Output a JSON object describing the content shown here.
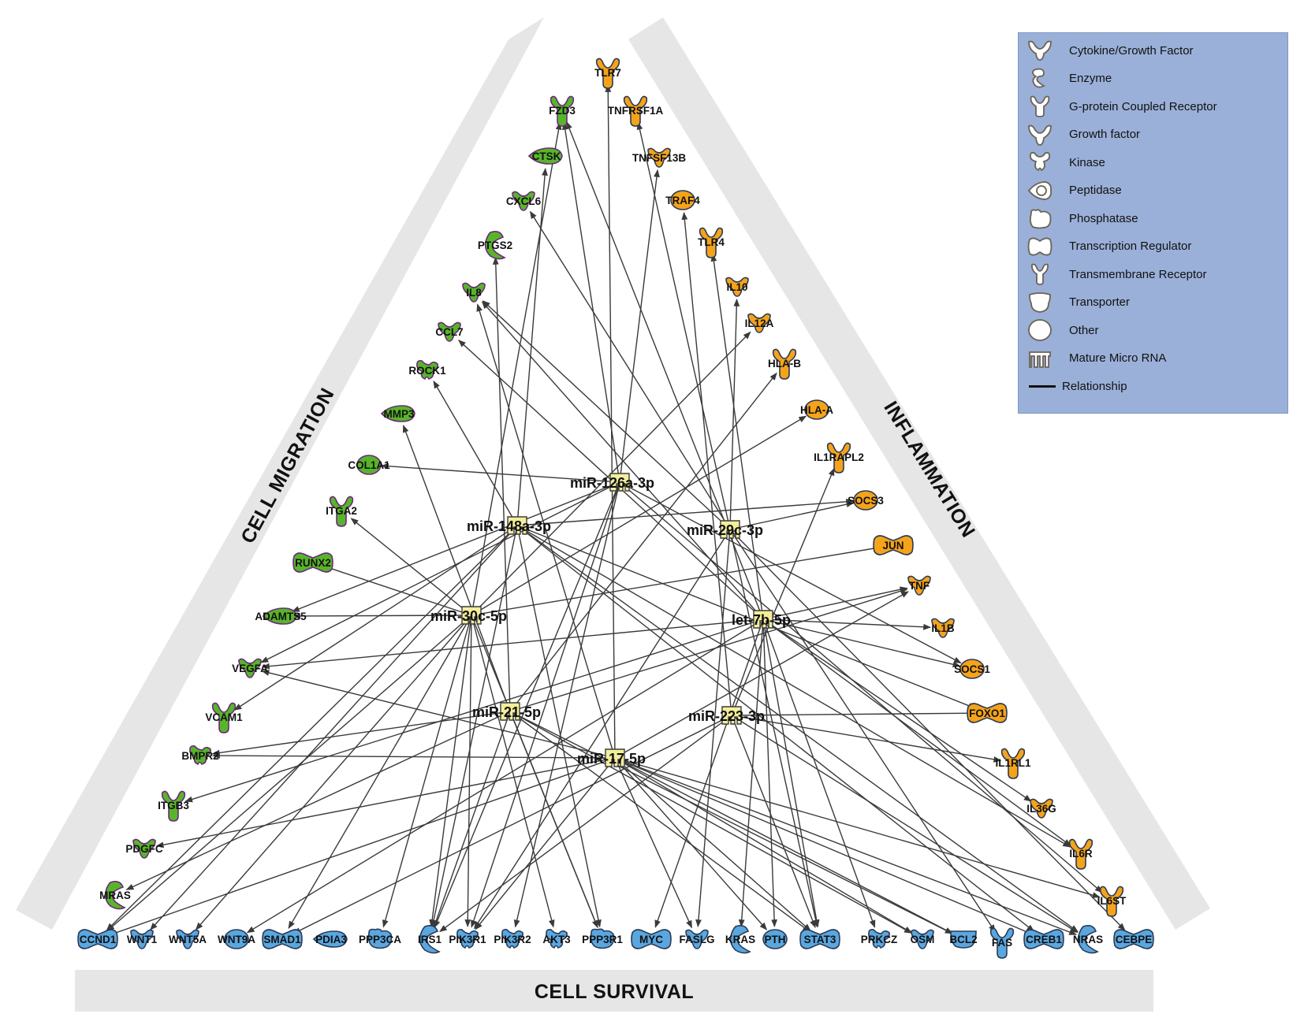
{
  "categories": {
    "migration": {
      "label": "CELL MIGRATION",
      "color": "#58b52a"
    },
    "inflammation": {
      "label": "INFLAMMATION",
      "color": "#f5a31a"
    },
    "survival": {
      "label": "CELL SURVIVAL",
      "color": "#5aa7e0"
    }
  },
  "mirna_color": "#f3ee9a",
  "mirnas": [
    {
      "id": "miR-126a-3p",
      "label": "miR-126a-3p"
    },
    {
      "id": "miR-148a-3p",
      "label": "miR-148a-3p"
    },
    {
      "id": "miR-29c-3p",
      "label": "miR-29c-3p"
    },
    {
      "id": "miR-30c-5p",
      "label": "miR-30c-5p"
    },
    {
      "id": "let-7b-5p",
      "label": "let-7b-5p"
    },
    {
      "id": "miR-21-5p",
      "label": "miR-21-5p"
    },
    {
      "id": "miR-223-3p",
      "label": "miR-223-3p"
    },
    {
      "id": "miR-17-5p",
      "label": "miR-17-5p"
    }
  ],
  "genes": [
    {
      "id": "TLR7",
      "label": "TLR7",
      "category": "inflammation",
      "type": "transmembrane-receptor"
    },
    {
      "id": "FZD3",
      "label": "FZD3",
      "category": "migration",
      "type": "g-protein-coupled-receptor"
    },
    {
      "id": "TNFRSF1A",
      "label": "TNFRSF1A",
      "category": "inflammation",
      "type": "transmembrane-receptor"
    },
    {
      "id": "CTSK",
      "label": "CTSK",
      "category": "migration",
      "type": "peptidase"
    },
    {
      "id": "TNFSF13B",
      "label": "TNFSF13B",
      "category": "inflammation",
      "type": "cytokine"
    },
    {
      "id": "CXCL6",
      "label": "CXCL6",
      "category": "migration",
      "type": "cytokine"
    },
    {
      "id": "TRAF4",
      "label": "TRAF4",
      "category": "inflammation",
      "type": "other"
    },
    {
      "id": "PTGS2",
      "label": "PTGS2",
      "category": "migration",
      "type": "enzyme"
    },
    {
      "id": "TLR4",
      "label": "TLR4",
      "category": "inflammation",
      "type": "transmembrane-receptor"
    },
    {
      "id": "IL8",
      "label": "IL8",
      "category": "migration",
      "type": "cytokine"
    },
    {
      "id": "IL10",
      "label": "IL10",
      "category": "inflammation",
      "type": "cytokine"
    },
    {
      "id": "CCL7",
      "label": "CCL7",
      "category": "migration",
      "type": "cytokine"
    },
    {
      "id": "IL12A",
      "label": "IL12A",
      "category": "inflammation",
      "type": "cytokine"
    },
    {
      "id": "ROCK1",
      "label": "ROCK1",
      "category": "migration",
      "type": "kinase"
    },
    {
      "id": "HLA-B",
      "label": "HLA-B",
      "category": "inflammation",
      "type": "transmembrane-receptor"
    },
    {
      "id": "MMP3",
      "label": "MMP3",
      "category": "migration",
      "type": "peptidase"
    },
    {
      "id": "HLA-A",
      "label": "HLA-A",
      "category": "inflammation",
      "type": "other"
    },
    {
      "id": "COL1A1",
      "label": "COL1A1",
      "category": "migration",
      "type": "other"
    },
    {
      "id": "IL1RAPL2",
      "label": "IL1RAPL2",
      "category": "inflammation",
      "type": "transmembrane-receptor"
    },
    {
      "id": "ITGA2",
      "label": "ITGA2",
      "category": "migration",
      "type": "transmembrane-receptor"
    },
    {
      "id": "SOCS3",
      "label": "SOCS3",
      "category": "inflammation",
      "type": "other"
    },
    {
      "id": "RUNX2",
      "label": "RUNX2",
      "category": "migration",
      "type": "transcription-regulator"
    },
    {
      "id": "JUN",
      "label": "JUN",
      "category": "inflammation",
      "type": "transcription-regulator"
    },
    {
      "id": "ADAMTS5",
      "label": "ADAMTS5",
      "category": "migration",
      "type": "peptidase"
    },
    {
      "id": "TNF",
      "label": "TNF",
      "category": "inflammation",
      "type": "cytokine"
    },
    {
      "id": "VEGFA",
      "label": "VEGFA",
      "category": "migration",
      "type": "growth-factor"
    },
    {
      "id": "IL1B",
      "label": "IL1B",
      "category": "inflammation",
      "type": "cytokine"
    },
    {
      "id": "SOCS1",
      "label": "SOCS1",
      "category": "inflammation",
      "type": "other"
    },
    {
      "id": "VCAM1",
      "label": "VCAM1",
      "category": "migration",
      "type": "transmembrane-receptor"
    },
    {
      "id": "FOXO1",
      "label": "FOXO1",
      "category": "inflammation",
      "type": "transcription-regulator"
    },
    {
      "id": "BMPR2",
      "label": "BMPR2",
      "category": "migration",
      "type": "kinase"
    },
    {
      "id": "IL1RL1",
      "label": "IL1RL1",
      "category": "inflammation",
      "type": "transmembrane-receptor"
    },
    {
      "id": "ITGB3",
      "label": "ITGB3",
      "category": "migration",
      "type": "transmembrane-receptor"
    },
    {
      "id": "IL36G",
      "label": "IL36G",
      "category": "inflammation",
      "type": "cytokine"
    },
    {
      "id": "PDGFC",
      "label": "PDGFC",
      "category": "migration",
      "type": "growth-factor"
    },
    {
      "id": "IL6R",
      "label": "IL6R",
      "category": "inflammation",
      "type": "transmembrane-receptor"
    },
    {
      "id": "MRAS",
      "label": "MRAS",
      "category": "migration",
      "type": "enzyme"
    },
    {
      "id": "IL6ST",
      "label": "IL6ST",
      "category": "inflammation",
      "type": "transmembrane-receptor"
    },
    {
      "id": "CCND1",
      "label": "CCND1",
      "category": "survival",
      "type": "transcription-regulator"
    },
    {
      "id": "WNT1",
      "label": "WNT1",
      "category": "survival",
      "type": "cytokine"
    },
    {
      "id": "WNT5A",
      "label": "WNT5A",
      "category": "survival",
      "type": "cytokine"
    },
    {
      "id": "WNT9A",
      "label": "WNT9A",
      "category": "survival",
      "type": "other"
    },
    {
      "id": "SMAD1",
      "label": "SMAD1",
      "category": "survival",
      "type": "transcription-regulator"
    },
    {
      "id": "PDIA3",
      "label": "PDIA3",
      "category": "survival",
      "type": "peptidase"
    },
    {
      "id": "PPP3CA",
      "label": "PPP3CA",
      "category": "survival",
      "type": "phosphatase"
    },
    {
      "id": "IRS1",
      "label": "IRS1",
      "category": "survival",
      "type": "enzyme"
    },
    {
      "id": "PIK3R1",
      "label": "PIK3R1",
      "category": "survival",
      "type": "kinase"
    },
    {
      "id": "PIK3R2",
      "label": "PIK3R2",
      "category": "survival",
      "type": "kinase"
    },
    {
      "id": "AKT3",
      "label": "AKT3",
      "category": "survival",
      "type": "kinase"
    },
    {
      "id": "PPP3R1",
      "label": "PPP3R1",
      "category": "survival",
      "type": "phosphatase"
    },
    {
      "id": "MYC",
      "label": "MYC",
      "category": "survival",
      "type": "transcription-regulator"
    },
    {
      "id": "FASLG",
      "label": "FASLG",
      "category": "survival",
      "type": "cytokine"
    },
    {
      "id": "KRAS",
      "label": "KRAS",
      "category": "survival",
      "type": "enzyme"
    },
    {
      "id": "PTH",
      "label": "PTH",
      "category": "survival",
      "type": "other"
    },
    {
      "id": "STAT3",
      "label": "STAT3",
      "category": "survival",
      "type": "transcription-regulator"
    },
    {
      "id": "PRKCZ",
      "label": "PRKCZ",
      "category": "survival",
      "type": "kinase"
    },
    {
      "id": "OSM",
      "label": "OSM",
      "category": "survival",
      "type": "cytokine"
    },
    {
      "id": "BCL2",
      "label": "BCL2",
      "category": "survival",
      "type": "transporter"
    },
    {
      "id": "FAS",
      "label": "FAS",
      "category": "survival",
      "type": "transmembrane-receptor"
    },
    {
      "id": "CREB1",
      "label": "CREB1",
      "category": "survival",
      "type": "transcription-regulator"
    },
    {
      "id": "NRAS",
      "label": "NRAS",
      "category": "survival",
      "type": "enzyme"
    },
    {
      "id": "CEBPE",
      "label": "CEBPE",
      "category": "survival",
      "type": "transcription-regulator"
    }
  ],
  "relationships": [
    [
      "miR-126a-3p",
      "FZD3"
    ],
    [
      "miR-126a-3p",
      "TNFSF13B"
    ],
    [
      "miR-126a-3p",
      "COL1A1"
    ],
    [
      "miR-126a-3p",
      "VEGFA"
    ],
    [
      "miR-126a-3p",
      "ADAMTS5"
    ],
    [
      "miR-126a-3p",
      "IRS1"
    ],
    [
      "miR-126a-3p",
      "PIK3R2"
    ],
    [
      "miR-126a-3p",
      "PIK3R1"
    ],
    [
      "miR-126a-3p",
      "SOCS1"
    ],
    [
      "miR-126a-3p",
      "IL6ST"
    ],
    [
      "miR-148a-3p",
      "CTSK"
    ],
    [
      "miR-148a-3p",
      "ROCK1"
    ],
    [
      "miR-148a-3p",
      "SOCS3"
    ],
    [
      "miR-148a-3p",
      "CCND1"
    ],
    [
      "miR-148a-3p",
      "WNT1"
    ],
    [
      "miR-148a-3p",
      "PPP3R1"
    ],
    [
      "miR-148a-3p",
      "IRS1"
    ],
    [
      "miR-148a-3p",
      "NRAS"
    ],
    [
      "miR-148a-3p",
      "CREB1"
    ],
    [
      "miR-148a-3p",
      "IL6R"
    ],
    [
      "miR-148a-3p",
      "FOXO1"
    ],
    [
      "miR-148a-3p",
      "VCAM1"
    ],
    [
      "miR-29c-3p",
      "TNFRSF1A"
    ],
    [
      "miR-29c-3p",
      "IL10"
    ],
    [
      "miR-29c-3p",
      "CXCL6"
    ],
    [
      "miR-29c-3p",
      "IL8"
    ],
    [
      "miR-29c-3p",
      "SOCS3"
    ],
    [
      "miR-29c-3p",
      "PIK3R1"
    ],
    [
      "miR-29c-3p",
      "FASLG"
    ],
    [
      "miR-29c-3p",
      "CEBPE"
    ],
    [
      "miR-29c-3p",
      "FAS"
    ],
    [
      "miR-29c-3p",
      "STAT3"
    ],
    [
      "miR-30c-5p",
      "FZD3"
    ],
    [
      "miR-30c-5p",
      "ITGA2"
    ],
    [
      "miR-30c-5p",
      "RUNX2"
    ],
    [
      "miR-30c-5p",
      "ADAMTS5"
    ],
    [
      "miR-30c-5p",
      "IL12A"
    ],
    [
      "miR-30c-5p",
      "JUN"
    ],
    [
      "miR-30c-5p",
      "CCND1"
    ],
    [
      "miR-30c-5p",
      "WNT5A"
    ],
    [
      "miR-30c-5p",
      "SMAD1"
    ],
    [
      "miR-30c-5p",
      "PPP3CA"
    ],
    [
      "miR-30c-5p",
      "IRS1"
    ],
    [
      "miR-30c-5p",
      "PIK3R1"
    ],
    [
      "miR-30c-5p",
      "AKT3"
    ],
    [
      "miR-30c-5p",
      "PPP3R1"
    ],
    [
      "miR-30c-5p",
      "HLA-A"
    ],
    [
      "let-7b-5p",
      "FZD3"
    ],
    [
      "let-7b-5p",
      "IL8"
    ],
    [
      "let-7b-5p",
      "TLR4"
    ],
    [
      "let-7b-5p",
      "CCL7"
    ],
    [
      "let-7b-5p",
      "TNF"
    ],
    [
      "let-7b-5p",
      "IL1B"
    ],
    [
      "let-7b-5p",
      "SOCS1"
    ],
    [
      "let-7b-5p",
      "VEGFA"
    ],
    [
      "let-7b-5p",
      "ITGB3"
    ],
    [
      "let-7b-5p",
      "MYC"
    ],
    [
      "let-7b-5p",
      "KRAS"
    ],
    [
      "let-7b-5p",
      "STAT3"
    ],
    [
      "let-7b-5p",
      "PRKCZ"
    ],
    [
      "let-7b-5p",
      "IL6R"
    ],
    [
      "let-7b-5p",
      "IL36G"
    ],
    [
      "let-7b-5p",
      "WNT9A"
    ],
    [
      "let-7b-5p",
      "PTH"
    ],
    [
      "miR-21-5p",
      "HLA-B"
    ],
    [
      "miR-21-5p",
      "PTGS2"
    ],
    [
      "miR-21-5p",
      "MMP3"
    ],
    [
      "miR-21-5p",
      "BMPR2"
    ],
    [
      "miR-21-5p",
      "MRAS"
    ],
    [
      "miR-21-5p",
      "IRS1"
    ],
    [
      "miR-21-5p",
      "PPP3R1"
    ],
    [
      "miR-21-5p",
      "STAT3"
    ],
    [
      "miR-21-5p",
      "OSM"
    ],
    [
      "miR-21-5p",
      "BCL2"
    ],
    [
      "miR-21-5p",
      "TNF"
    ],
    [
      "miR-223-3p",
      "TRAF4"
    ],
    [
      "miR-223-3p",
      "FOXO1"
    ],
    [
      "miR-223-3p",
      "IL1RAPL2"
    ],
    [
      "miR-223-3p",
      "SMAD1"
    ],
    [
      "miR-223-3p",
      "IRS1"
    ],
    [
      "miR-223-3p",
      "STAT3"
    ],
    [
      "miR-223-3p",
      "NRAS"
    ],
    [
      "miR-223-3p",
      "IL1RL1"
    ],
    [
      "miR-17-5p",
      "TLR7"
    ],
    [
      "miR-17-5p",
      "IL8"
    ],
    [
      "miR-17-5p",
      "CCND1"
    ],
    [
      "miR-17-5p",
      "PDGFC"
    ],
    [
      "miR-17-5p",
      "BMPR2"
    ],
    [
      "miR-17-5p",
      "VEGFA"
    ],
    [
      "miR-17-5p",
      "PIK3R1"
    ],
    [
      "miR-17-5p",
      "FASLG"
    ],
    [
      "miR-17-5p",
      "STAT3"
    ],
    [
      "miR-17-5p",
      "OSM"
    ],
    [
      "miR-17-5p",
      "BCL2"
    ],
    [
      "miR-17-5p",
      "CREB1"
    ],
    [
      "miR-17-5p",
      "NRAS"
    ],
    [
      "miR-17-5p",
      "IL6ST"
    ],
    [
      "miR-17-5p",
      "TNF"
    ],
    [
      "miR-17-5p",
      "PTH"
    ]
  ],
  "legend": {
    "items": [
      {
        "icon": "cytokine-growth-factor-icon",
        "shape": "cytokine",
        "label": "Cytokine/Growth Factor"
      },
      {
        "icon": "enzyme-icon",
        "shape": "enzyme",
        "label": "Enzyme"
      },
      {
        "icon": "g-protein-coupled-receptor-icon",
        "shape": "gpcr",
        "label": "G-protein Coupled Receptor"
      },
      {
        "icon": "growth-factor-icon",
        "shape": "growth",
        "label": "Growth factor"
      },
      {
        "icon": "kinase-icon",
        "shape": "kinase",
        "label": "Kinase"
      },
      {
        "icon": "peptidase-icon",
        "shape": "peptidase",
        "label": "Peptidase"
      },
      {
        "icon": "phosphatase-icon",
        "shape": "phosphatase",
        "label": "Phosphatase"
      },
      {
        "icon": "transcription-regulator-icon",
        "shape": "treg",
        "label": "Transcription Regulator"
      },
      {
        "icon": "transmembrane-receptor-icon",
        "shape": "tmr",
        "label": "Transmembrane Receptor"
      },
      {
        "icon": "transporter-icon",
        "shape": "transporter",
        "label": "Transporter"
      },
      {
        "icon": "other-icon",
        "shape": "other",
        "label": "Other"
      },
      {
        "icon": "mature-micro-rna-icon",
        "shape": "mirna",
        "label": "Mature Micro RNA"
      }
    ],
    "relationship_label": "Relationship",
    "background": "#9ab0d8"
  }
}
